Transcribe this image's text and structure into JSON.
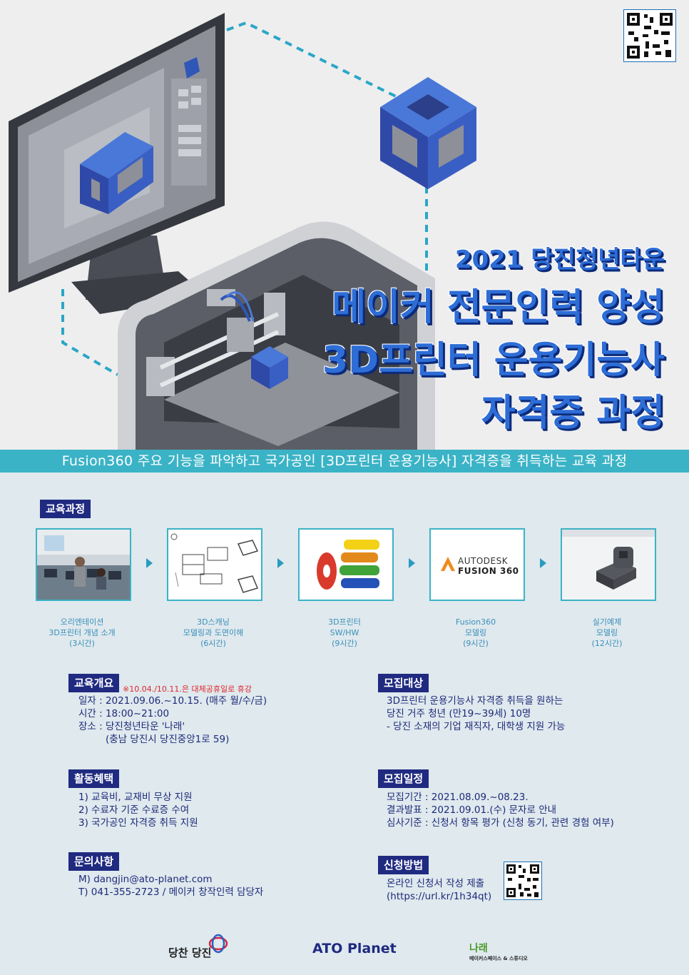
{
  "header": {
    "subtitle": "2021 당진청년타운",
    "title_lines": [
      "메이커 전문인력 양성",
      "3D프린터 운용기능사",
      "자격증 과정"
    ]
  },
  "banner": {
    "text": "Fusion360 주요 기능을 파악하고 국가공인 [3D프린터 운용기능사] 자격증을 취득하는 교육 과정"
  },
  "curriculum": {
    "label": "교육과정",
    "steps": [
      {
        "line1": "오리엔테이션",
        "line2": "3D프린터 개념 소개",
        "line3": "(3시간)"
      },
      {
        "line1": "3D스캐닝",
        "line2": "모델링과 도면이해",
        "line3": "(6시간)"
      },
      {
        "line1": "3D프린터",
        "line2": "SW/HW",
        "line3": "(9시간)"
      },
      {
        "line1": "Fusion360",
        "line2": "모델링",
        "line3": "(9시간)"
      },
      {
        "line1": "실기예제",
        "line2": "모델링",
        "line3": "(12시간)"
      }
    ],
    "autodesk_line1": "AUTODESK",
    "autodesk_line2": "FUSION 360"
  },
  "overview": {
    "label": "교육개요",
    "note": "※10.04./10.11.은 대체공휴일로 휴강",
    "lines": [
      "일자 : 2021.09.06.~10.15. (매주 월/수/금)",
      "시간 : 18:00~21:00",
      "장소 : 당진청년타운 '나래'",
      "(충남 당진시 당진중앙1로 59)"
    ]
  },
  "benefits": {
    "label": "활동혜택",
    "lines": [
      "1) 교육비, 교재비 무상 지원",
      "2) 수료자 기준 수료증 수여",
      "3) 국가공인 자격증 취득 지원"
    ]
  },
  "contact": {
    "label": "문의사항",
    "lines": [
      "M) dangjin@ato-planet.com",
      "T) 041-355-2723 / 메이커 창작인력 담당자"
    ]
  },
  "target": {
    "label": "모집대상",
    "lines": [
      "3D프린터 운용기능사 자격증 취득을 원하는",
      "당진 거주 청년 (만19~39세) 10명",
      "- 당진 소재의 기업 재직자, 대학생 지원 가능"
    ]
  },
  "schedule": {
    "label": "모집일정",
    "lines": [
      "모집기간 : 2021.08.09.~08.23.",
      "결과발표 : 2021.09.01.(수) 문자로 안내",
      "심사기준 : 신청서 항목 평가 (신청 동기, 관련 경험 여부)"
    ]
  },
  "apply": {
    "label": "신청방법",
    "lines": [
      "온라인 신청서 작성 제출",
      "(https://url.kr/1h34qt)"
    ]
  },
  "footer": {
    "logo1": "당찬 당진",
    "logo2": "ATO Planet",
    "logo3_main": "나래",
    "logo3_sub": "메이커스페이스 & 스튜디오"
  },
  "colors": {
    "navy": "#1f2a80",
    "teal": "#3bb3c6",
    "title_blue": "#2e6dd6",
    "note_red": "#e0262c"
  }
}
